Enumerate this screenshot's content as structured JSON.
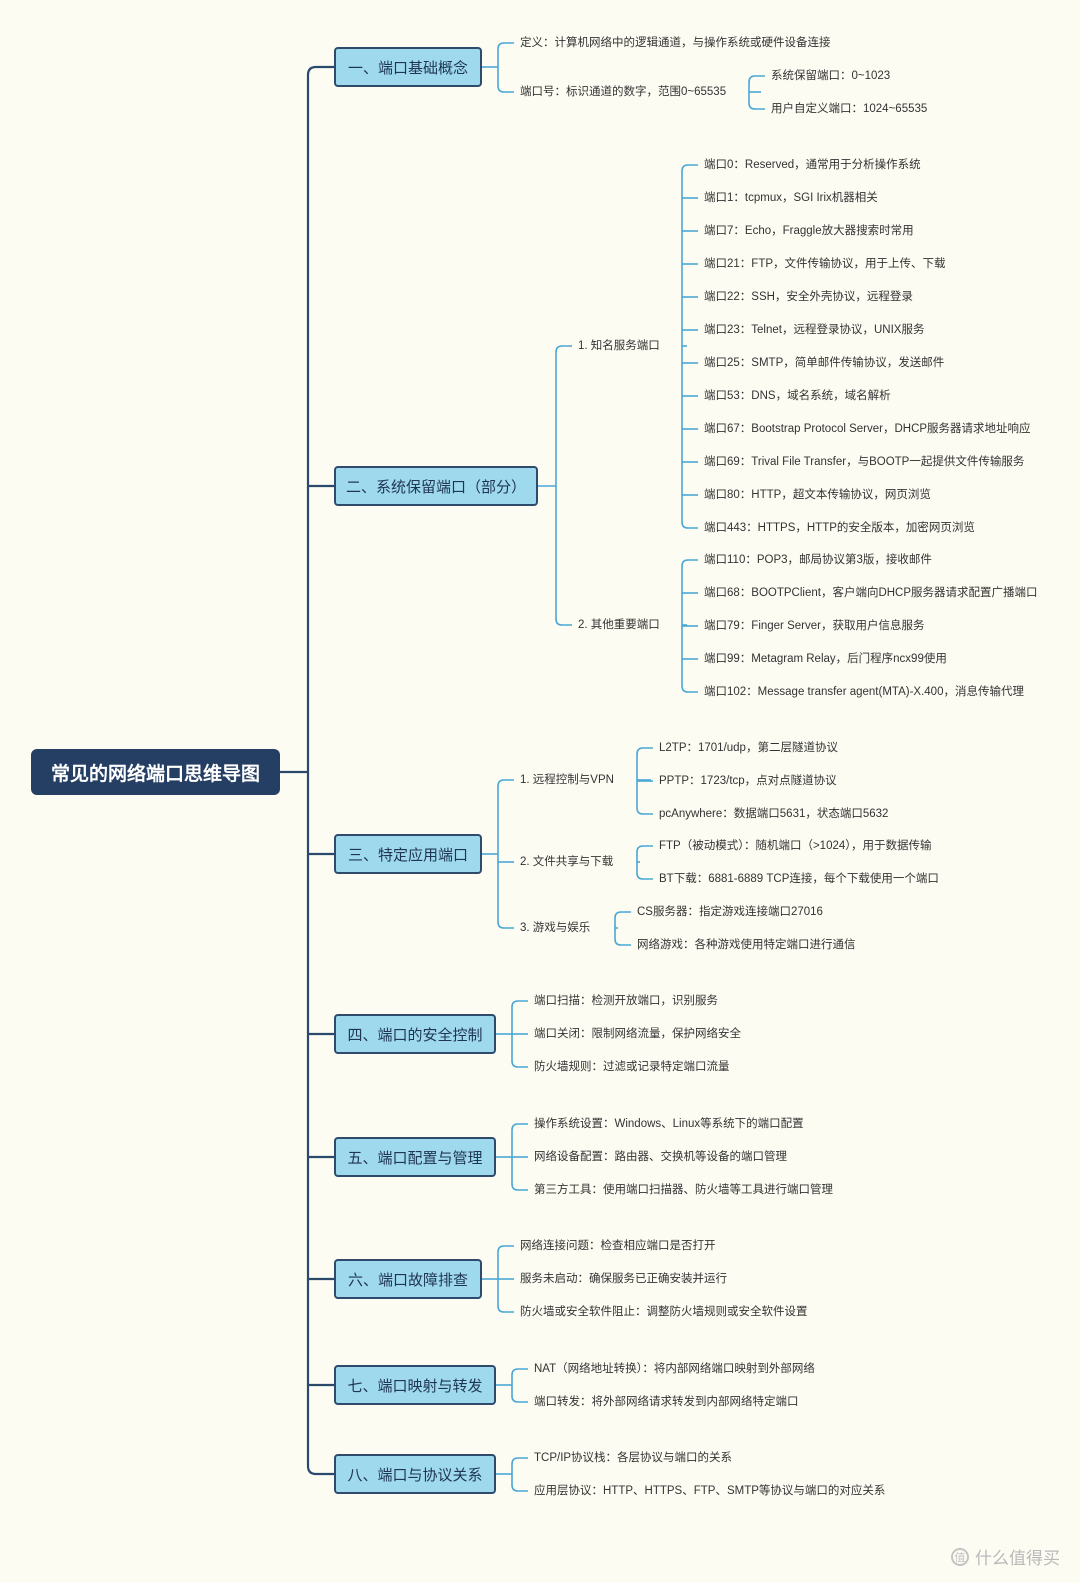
{
  "title": "常见的网络端口思维导图",
  "colors": {
    "root_bg": "#253e63",
    "category_bg": "#9fd9ee",
    "line": "#2b4a6b",
    "branch": "#4aa7d6",
    "background": "#fdfcf3"
  },
  "watermark": {
    "text": "什么值得买",
    "icon": "zhi-icon"
  },
  "categories": [
    {
      "label": "一、端口基础概念",
      "children": [
        {
          "text": "定义：计算机网络中的逻辑通道，与操作系统或硬件设备连接"
        },
        {
          "text": "端口号：标识通道的数字，范围0~65535",
          "children": [
            {
              "text": "系统保留端口：0~1023"
            },
            {
              "text": "用户自定义端口：1024~65535"
            }
          ]
        }
      ]
    },
    {
      "label": "二、系统保留端口（部分）",
      "children": [
        {
          "text": "1. 知名服务端口",
          "children": [
            {
              "text": "端口0：Reserved，通常用于分析操作系统"
            },
            {
              "text": "端口1：tcpmux，SGI Irix机器相关"
            },
            {
              "text": "端口7：Echo，Fraggle放大器搜索时常用"
            },
            {
              "text": "端口21：FTP，文件传输协议，用于上传、下载"
            },
            {
              "text": "端口22：SSH，安全外壳协议，远程登录"
            },
            {
              "text": "端口23：Telnet，远程登录协议，UNIX服务"
            },
            {
              "text": "端口25：SMTP，简单邮件传输协议，发送邮件"
            },
            {
              "text": "端口53：DNS，域名系统，域名解析"
            },
            {
              "text": "端口67：Bootstrap Protocol Server，DHCP服务器请求地址响应"
            },
            {
              "text": "端口69：Trival File Transfer，与BOOTP一起提供文件传输服务"
            },
            {
              "text": "端口80：HTTP，超文本传输协议，网页浏览"
            },
            {
              "text": "端口443：HTTPS，HTTP的安全版本，加密网页浏览"
            }
          ]
        },
        {
          "text": "2. 其他重要端口",
          "children": [
            {
              "text": "端口110：POP3，邮局协议第3版，接收邮件"
            },
            {
              "text": "端口68：BOOTPClient，客户端向DHCP服务器请求配置广播端口"
            },
            {
              "text": "端口79：Finger Server，获取用户信息服务"
            },
            {
              "text": "端口99：Metagram Relay，后门程序ncx99使用"
            },
            {
              "text": "端口102：Message transfer agent(MTA)-X.400，消息传输代理"
            }
          ]
        }
      ]
    },
    {
      "label": "三、特定应用端口",
      "children": [
        {
          "text": "1. 远程控制与VPN",
          "children": [
            {
              "text": "L2TP：1701/udp，第二层隧道协议"
            },
            {
              "text": "PPTP：1723/tcp，点对点隧道协议"
            },
            {
              "text": "pcAnywhere：数据端口5631，状态端口5632"
            }
          ]
        },
        {
          "text": "2. 文件共享与下载",
          "children": [
            {
              "text": "FTP（被动模式）：随机端口（>1024），用于数据传输"
            },
            {
              "text": "BT下载：6881-6889 TCP连接，每个下载使用一个端口"
            }
          ]
        },
        {
          "text": "3. 游戏与娱乐",
          "children": [
            {
              "text": "CS服务器：指定游戏连接端口27016"
            },
            {
              "text": "网络游戏：各种游戏使用特定端口进行通信"
            }
          ]
        }
      ]
    },
    {
      "label": "四、端口的安全控制",
      "children": [
        {
          "text": "端口扫描：检测开放端口，识别服务"
        },
        {
          "text": "端口关闭：限制网络流量，保护网络安全"
        },
        {
          "text": "防火墙规则：过滤或记录特定端口流量"
        }
      ]
    },
    {
      "label": "五、端口配置与管理",
      "children": [
        {
          "text": "操作系统设置：Windows、Linux等系统下的端口配置"
        },
        {
          "text": "网络设备配置：路由器、交换机等设备的端口管理"
        },
        {
          "text": "第三方工具：使用端口扫描器、防火墙等工具进行端口管理"
        }
      ]
    },
    {
      "label": "六、端口故障排查",
      "children": [
        {
          "text": "网络连接问题：检查相应端口是否打开"
        },
        {
          "text": "服务未启动：确保服务已正确安装并运行"
        },
        {
          "text": "防火墙或安全软件阻止：调整防火墙规则或安全软件设置"
        }
      ]
    },
    {
      "label": "七、端口映射与转发",
      "children": [
        {
          "text": "NAT（网络地址转换）：将内部网络端口映射到外部网络"
        },
        {
          "text": "端口转发：将外部网络请求转发到内部网络特定端口"
        }
      ]
    },
    {
      "label": "八、端口与协议关系",
      "children": [
        {
          "text": "TCP/IP协议栈：各层协议与端口的关系"
        },
        {
          "text": "应用层协议：HTTP、HTTPS、FTP、SMTP等协议与端口的对应关系"
        }
      ]
    }
  ]
}
